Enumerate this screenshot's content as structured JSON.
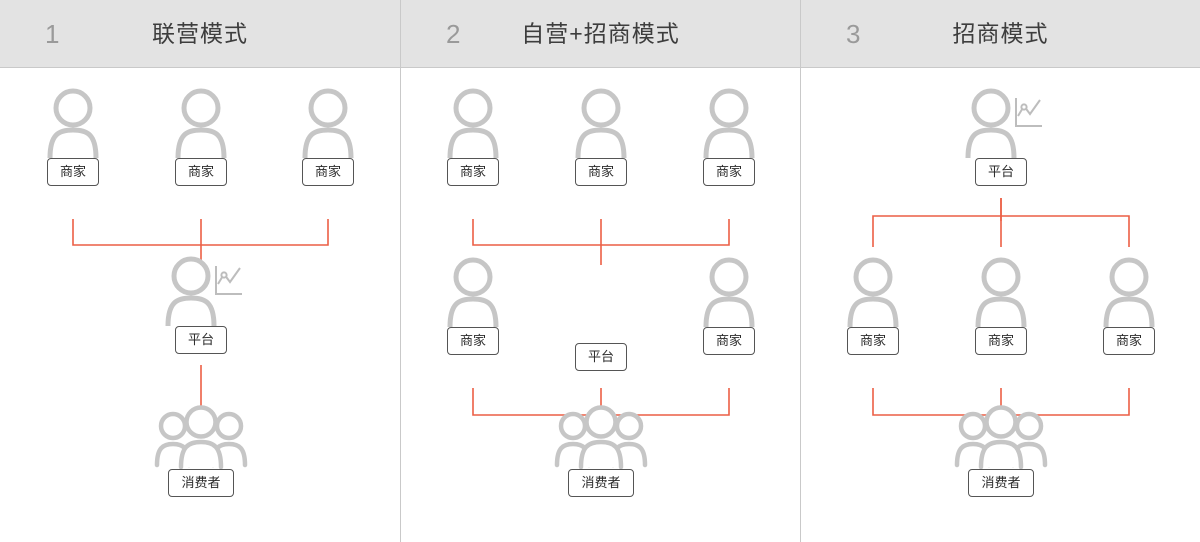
{
  "diagram": {
    "title_implicit": "",
    "accent_color": "#ec5f45",
    "icon_color": "#c6c6c6",
    "header_bg": "#e3e3e3",
    "divider_color": "#c9c9c9",
    "tag_border": "#555555",
    "number_color": "#9a9a9a",
    "title_color": "#3d3d3d"
  },
  "panels": [
    {
      "number": "1",
      "title": "联营模式",
      "nodes": [
        {
          "id": "p1-m1",
          "label": "商家",
          "icon": "person-icon"
        },
        {
          "id": "p1-m2",
          "label": "商家",
          "icon": "person-icon"
        },
        {
          "id": "p1-m3",
          "label": "商家",
          "icon": "person-icon"
        },
        {
          "id": "p1-plat",
          "label": "平台",
          "icon": "person-with-chart-icon"
        },
        {
          "id": "p1-cons",
          "label": "消费者",
          "icon": "people-group-icon"
        }
      ]
    },
    {
      "number": "2",
      "title": "自营+招商模式",
      "nodes": [
        {
          "id": "p2-m1",
          "label": "商家",
          "icon": "person-icon"
        },
        {
          "id": "p2-m2",
          "label": "商家",
          "icon": "person-icon"
        },
        {
          "id": "p2-m3",
          "label": "商家",
          "icon": "person-icon"
        },
        {
          "id": "p2-m4",
          "label": "商家",
          "icon": "person-icon"
        },
        {
          "id": "p2-plat",
          "label": "平台",
          "icon": "none"
        },
        {
          "id": "p2-m5",
          "label": "商家",
          "icon": "person-icon"
        },
        {
          "id": "p2-cons",
          "label": "消费者",
          "icon": "people-group-icon"
        }
      ]
    },
    {
      "number": "3",
      "title": "招商模式",
      "nodes": [
        {
          "id": "p3-plat",
          "label": "平台",
          "icon": "person-with-chart-icon"
        },
        {
          "id": "p3-m1",
          "label": "商家",
          "icon": "person-icon"
        },
        {
          "id": "p3-m2",
          "label": "商家",
          "icon": "person-icon"
        },
        {
          "id": "p3-m3",
          "label": "商家",
          "icon": "person-icon"
        },
        {
          "id": "p3-cons",
          "label": "消费者",
          "icon": "people-group-icon"
        }
      ]
    }
  ]
}
